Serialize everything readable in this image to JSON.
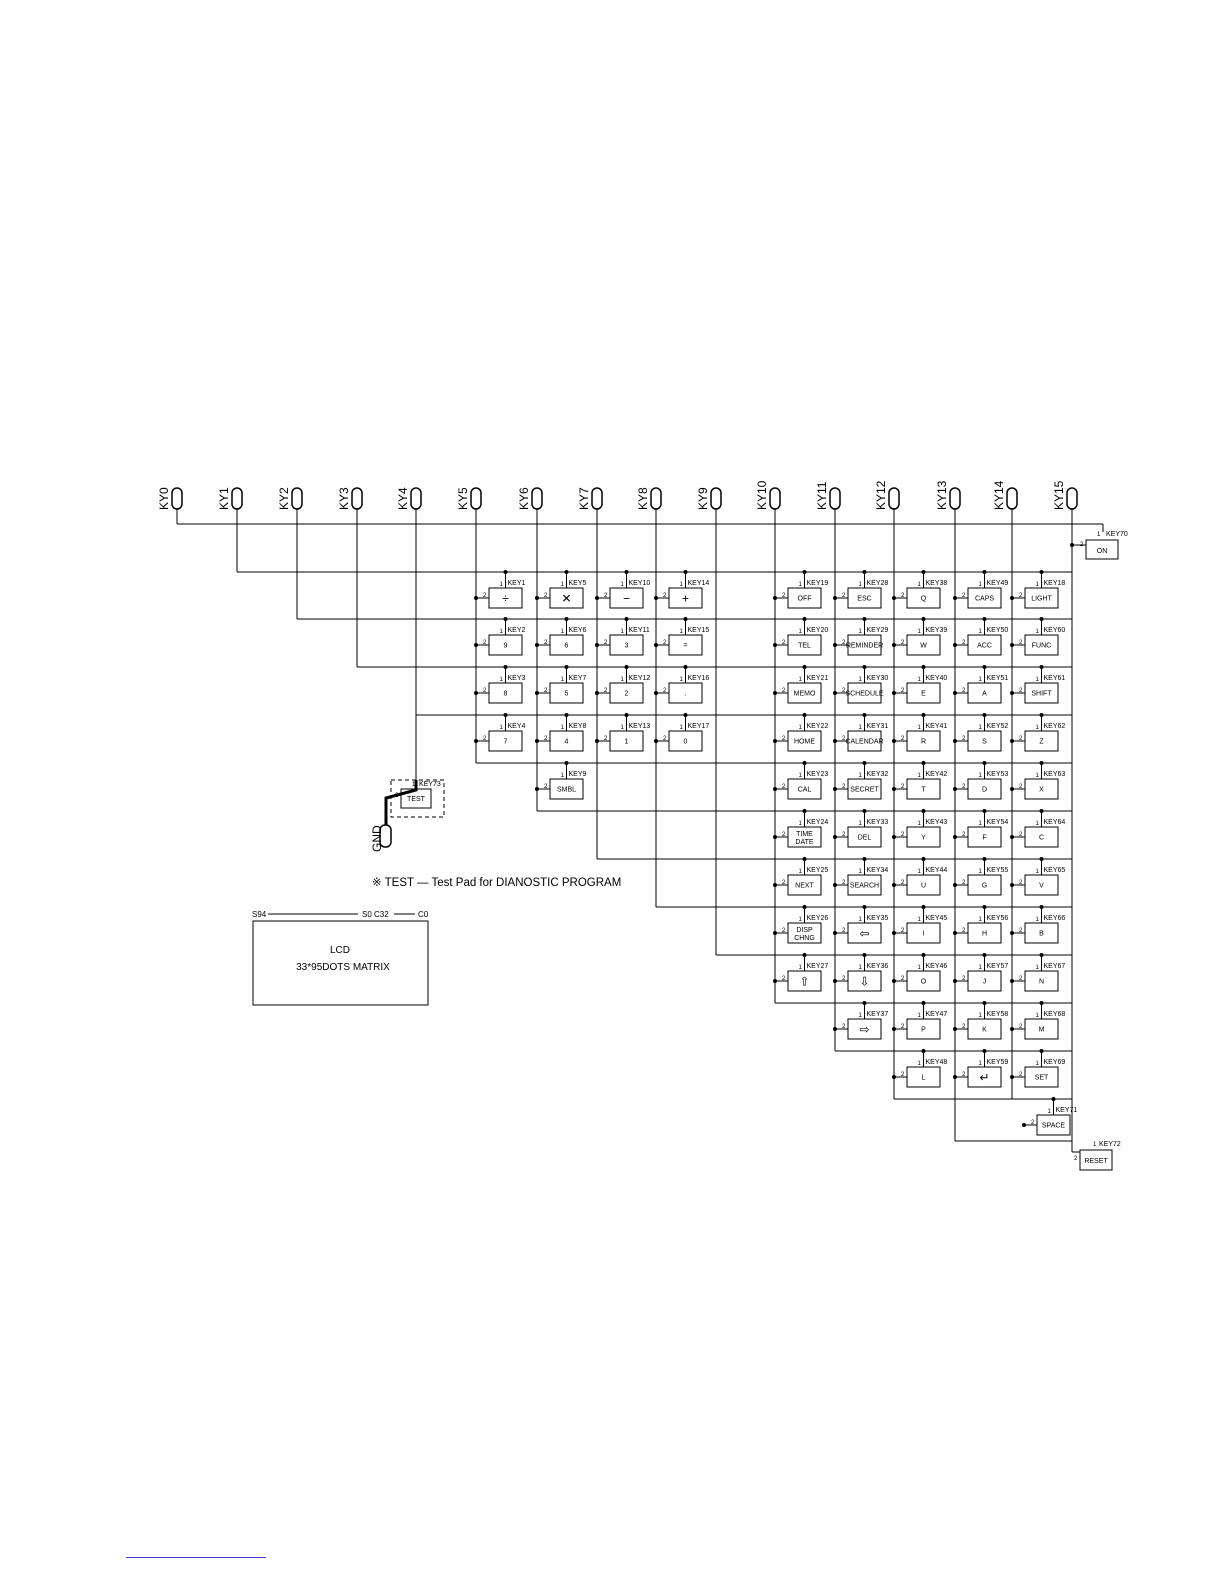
{
  "colors": {
    "ink": "#000000",
    "paper": "#ffffff",
    "link": "#3b3bd6"
  },
  "lines": [
    "KY0",
    "KY1",
    "KY2",
    "KY3",
    "KY4",
    "KY5",
    "KY6",
    "KY7",
    "KY8",
    "KY9",
    "KY10",
    "KY11",
    "KY12",
    "KY13",
    "KY14",
    "KY15"
  ],
  "pins": {
    "one": "1",
    "two": "2"
  },
  "gnd_label": "GND",
  "note": "※ TEST — Test Pad for DIANOSTIC PROGRAM",
  "lcd": {
    "top_left": "S94",
    "top_mid": "S0 C32",
    "top_right": "C0",
    "line1": "LCD",
    "line2": "33*95DOTS MATRIX"
  },
  "keys": [
    {
      "id": "KEY1",
      "label": "÷",
      "icon": "divide-icon"
    },
    {
      "id": "KEY5",
      "label": "✕",
      "icon": "multiply-icon"
    },
    {
      "id": "KEY10",
      "label": "−",
      "icon": "minus-icon"
    },
    {
      "id": "KEY14",
      "label": "+",
      "icon": "plus-icon"
    },
    {
      "id": "KEY2",
      "label": "9"
    },
    {
      "id": "KEY6",
      "label": "6"
    },
    {
      "id": "KEY11",
      "label": "3"
    },
    {
      "id": "KEY15",
      "label": "="
    },
    {
      "id": "KEY3",
      "label": "8"
    },
    {
      "id": "KEY7",
      "label": "5"
    },
    {
      "id": "KEY12",
      "label": "2"
    },
    {
      "id": "KEY16",
      "label": "."
    },
    {
      "id": "KEY4",
      "label": "7"
    },
    {
      "id": "KEY8",
      "label": "4"
    },
    {
      "id": "KEY13",
      "label": "1"
    },
    {
      "id": "KEY17",
      "label": "0"
    },
    {
      "id": "KEY9",
      "label": "SMBL"
    },
    {
      "id": "KEY19",
      "label": "OFF"
    },
    {
      "id": "KEY28",
      "label": "ESC"
    },
    {
      "id": "KEY38",
      "label": "Q"
    },
    {
      "id": "KEY49",
      "label": "CAPS"
    },
    {
      "id": "KEY18",
      "label": "LIGHT"
    },
    {
      "id": "KEY20",
      "label": "TEL"
    },
    {
      "id": "KEY29",
      "label": "REMINDER"
    },
    {
      "id": "KEY39",
      "label": "W"
    },
    {
      "id": "KEY50",
      "label": "ACC"
    },
    {
      "id": "KEY60",
      "label": "FUNC"
    },
    {
      "id": "KEY21",
      "label": "MEMO"
    },
    {
      "id": "KEY30",
      "label": "SCHEDULE"
    },
    {
      "id": "KEY40",
      "label": "E"
    },
    {
      "id": "KEY51",
      "label": "A"
    },
    {
      "id": "KEY61",
      "label": "SHIFT"
    },
    {
      "id": "KEY22",
      "label": "HOME"
    },
    {
      "id": "KEY31",
      "label": "CALENDAR"
    },
    {
      "id": "KEY41",
      "label": "R"
    },
    {
      "id": "KEY52",
      "label": "S"
    },
    {
      "id": "KEY62",
      "label": "Z"
    },
    {
      "id": "KEY23",
      "label": "CAL"
    },
    {
      "id": "KEY32",
      "label": "SECRET"
    },
    {
      "id": "KEY42",
      "label": "T"
    },
    {
      "id": "KEY53",
      "label": "D"
    },
    {
      "id": "KEY63",
      "label": "X"
    },
    {
      "id": "KEY24",
      "label": "TIME",
      "label2": "DATE"
    },
    {
      "id": "KEY33",
      "label": "DEL"
    },
    {
      "id": "KEY43",
      "label": "Y"
    },
    {
      "id": "KEY54",
      "label": "F"
    },
    {
      "id": "KEY64",
      "label": "C"
    },
    {
      "id": "KEY25",
      "label": "NEXT"
    },
    {
      "id": "KEY34",
      "label": "SEARCH"
    },
    {
      "id": "KEY44",
      "label": "U"
    },
    {
      "id": "KEY55",
      "label": "G"
    },
    {
      "id": "KEY65",
      "label": "V"
    },
    {
      "id": "KEY26",
      "label": "DISP",
      "label2": "CHNG"
    },
    {
      "id": "KEY35",
      "label": "⇦",
      "icon": "arrow-left-icon"
    },
    {
      "id": "KEY45",
      "label": "I"
    },
    {
      "id": "KEY56",
      "label": "H"
    },
    {
      "id": "KEY66",
      "label": "B"
    },
    {
      "id": "KEY27",
      "label": "⇧",
      "icon": "arrow-up-icon"
    },
    {
      "id": "KEY36",
      "label": "⇩",
      "icon": "arrow-down-icon"
    },
    {
      "id": "KEY46",
      "label": "O"
    },
    {
      "id": "KEY57",
      "label": "J"
    },
    {
      "id": "KEY67",
      "label": "N"
    },
    {
      "id": "KEY37",
      "label": "⇨",
      "icon": "arrow-right-icon"
    },
    {
      "id": "KEY47",
      "label": "P"
    },
    {
      "id": "KEY58",
      "label": "K"
    },
    {
      "id": "KEY68",
      "label": "M"
    },
    {
      "id": "KEY48",
      "label": "L"
    },
    {
      "id": "KEY59",
      "label": "↵",
      "icon": "enter-icon"
    },
    {
      "id": "KEY69",
      "label": "SET"
    },
    {
      "id": "KEY71",
      "label": "SPACE"
    },
    {
      "id": "KEY70",
      "label": "ON"
    },
    {
      "id": "KEY72",
      "label": "RESET"
    },
    {
      "id": "KEY73",
      "label": "TEST"
    }
  ]
}
